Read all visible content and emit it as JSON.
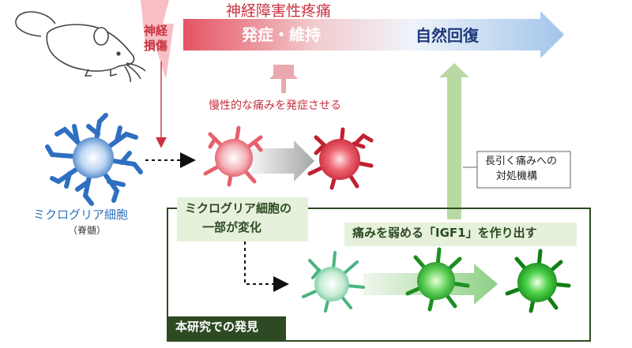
{
  "header": {
    "title": "神経障害性疼痛",
    "injury": "神経\n損傷",
    "onset": "発症・維持",
    "recovery": "自然回復"
  },
  "chronic_label": "慢性的な痛みを発症させる",
  "microglia": {
    "label": "ミクログリア細胞",
    "sublabel": "（脊髄）"
  },
  "subset_box": {
    "line1": "ミクログリア細胞の",
    "line2": "一部が変化"
  },
  "callout": {
    "line1": "長引く痛みへの",
    "line2": "対処機構"
  },
  "igf1_label": "痛みを弱める「IGF1」を作り出す",
  "discovery_label": "本研究での発見",
  "colors": {
    "red": "#c8323f",
    "blue_text": "#1f3a7a",
    "microglia_blue": "#2f6fc0",
    "box_green": "#2e4a23",
    "light_green_fill": "#e6f1dc",
    "arrow_green": "#b8daa2"
  }
}
